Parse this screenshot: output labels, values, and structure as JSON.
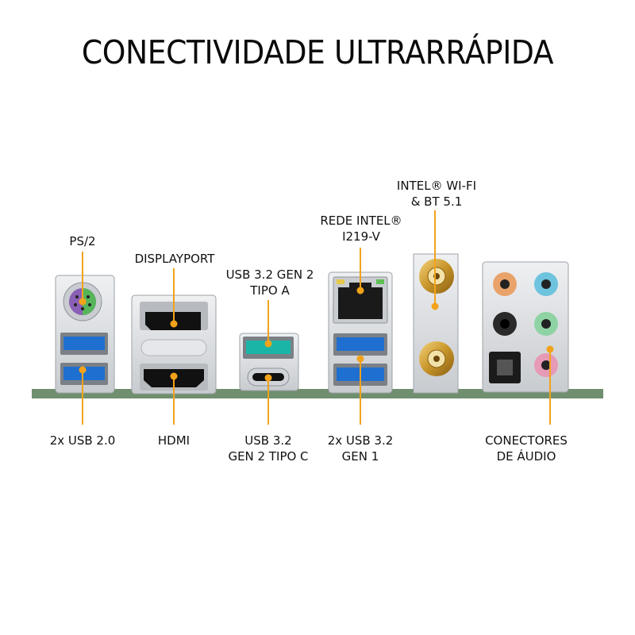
{
  "title": "CONECTIVIDADE ULTRARRÁPIDA",
  "colors": {
    "accent_line": "#f2a31b",
    "usb3_blue": "#1e6fd0",
    "usb32_gen2_teal": "#19b6a7",
    "board_green": "#6f8f6e",
    "metal": "#d9dbde",
    "ps2_purple": "#8a5fb6",
    "ps2_green": "#56b45a",
    "audio_orange": "#e9a36a",
    "audio_blue": "#6ec3de",
    "audio_green": "#8fd3a4",
    "audio_pink": "#e79ab5",
    "antenna_gold": "#c79a2c"
  },
  "labels": {
    "ps2": "PS/2",
    "displayport": "DISPLAYPORT",
    "usb_type_a": [
      "USB 3.2 GEN 2",
      "TIPO A"
    ],
    "rede": [
      "REDE INTEL®",
      "I219-V"
    ],
    "wifi": [
      "INTEL® WI-FI",
      "& BT 5.1"
    ],
    "usb20": "2x USB 2.0",
    "hdmi": "HDMI",
    "usb_type_c": [
      "USB 3.2",
      "GEN 2 TIPO C"
    ],
    "usb_gen1": [
      "2x USB 3.2",
      "GEN 1"
    ],
    "audio": [
      "CONECTORES",
      "DE ÁUDIO"
    ]
  }
}
